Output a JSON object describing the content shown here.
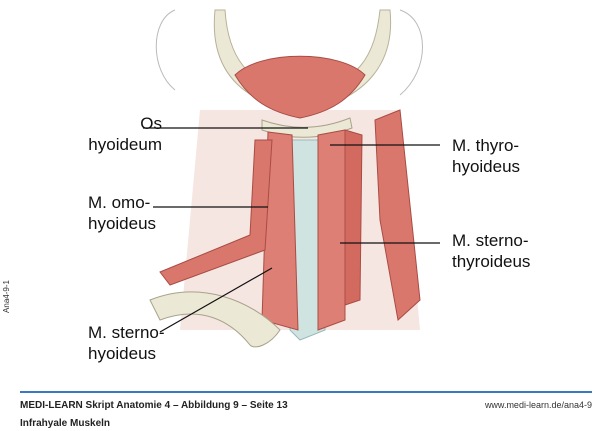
{
  "side_code": "Ana4-9-1",
  "labels": {
    "os_hyoideum": [
      "Os",
      "hyoideum"
    ],
    "omohyoideus": [
      "M. omo-",
      "hyoideus"
    ],
    "sternohyoideus": [
      "M. sterno-",
      "hyoideus"
    ],
    "thyrohyoideus": [
      "M. thyro-",
      "hyoideus"
    ],
    "sternothyroideus": [
      "M. sterno-",
      "thyroideus"
    ]
  },
  "footer": {
    "title": "MEDI-LEARN Skript Anatomie 4 – Abbildung 9 – Seite 13",
    "subtitle": "Infrahyale Muskeln",
    "url": "www.medi-learn.de/ana4-9"
  },
  "colors": {
    "accent": "#3a78c2",
    "muscle": "#d9776c",
    "bone": "#ece8d6"
  }
}
